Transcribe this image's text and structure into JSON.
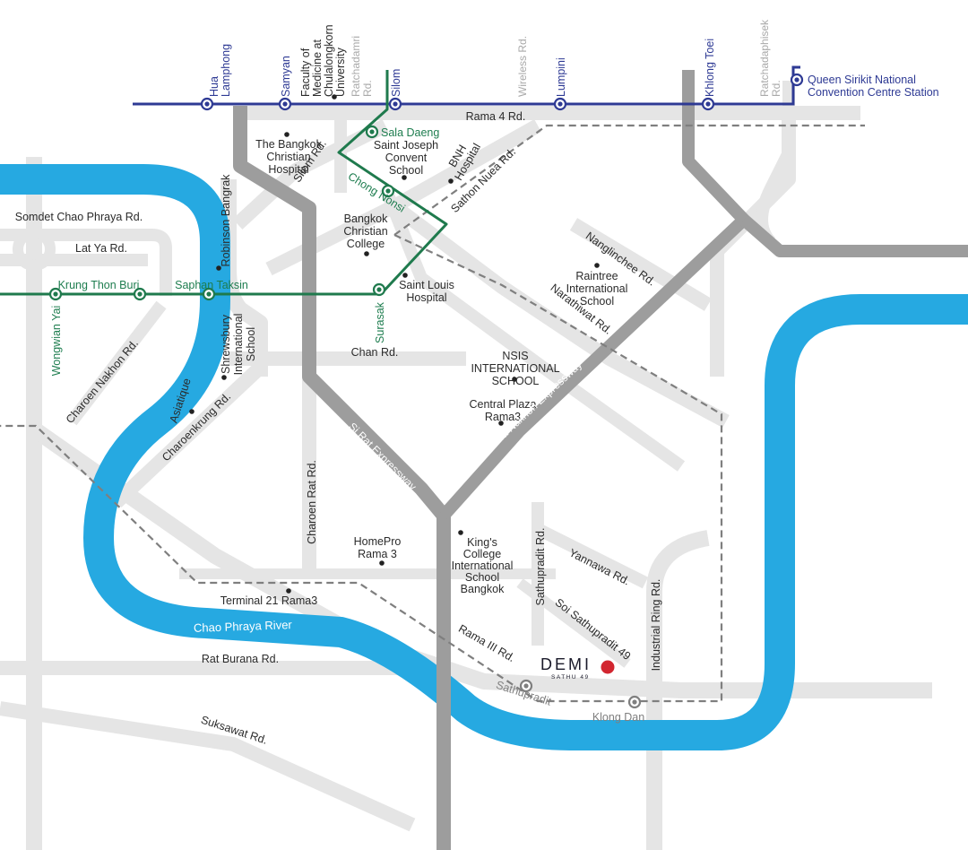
{
  "colors": {
    "river": "#26a9e1",
    "road": "#e5e5e5",
    "expressway": "#9d9d9d",
    "bts": "#1f7a4d",
    "mrt": "#2e3a94",
    "srt": "#7f7f7f",
    "poi": "#222222",
    "project": "#d22630"
  },
  "stations": {
    "mrt": {
      "hua_lamphong": "Hua\nLamphong",
      "samyan": "Samyan",
      "silom": "Silom",
      "lumpini": "Lumpini",
      "khlong_toei": "Khlong Toei",
      "queen_sirikit": "Queen Sirikit National\nConvention Centre Station"
    },
    "bts": {
      "sala_daeng": "Sala Daeng",
      "chong_nonsi": "Chong Nonsi",
      "surasak": "Surasak",
      "saphan_taksin": "Saphan Taksin",
      "krung_thon_buri": "Krung Thon Buri",
      "wongwian_yai": "Wongwian Yai"
    },
    "srt": {
      "sathupradit": "Sathupradit",
      "klong_dan": "Klong Dan"
    }
  },
  "roads": {
    "ratchadamri": "Ratchadamri\nRd.",
    "wireless": "Wireless Rd.",
    "ratchadaphisek": "Ratchadaphisek\nRd.",
    "rama4": "Rama 4 Rd.",
    "silom": "Silom Rd.",
    "sathon_nuea": "Sathon Nuea Rd.",
    "somdet": "Somdet Chao Phraya Rd.",
    "lat_ya": "Lat Ya Rd.",
    "nanglinchee": "Nanglinchee Rd.",
    "narathiwat": "Narathiwat Rd.",
    "charoen_nakhon": "Charoen Nakhon Rd.",
    "chan": "Chan Rd.",
    "charoenkrung": "Charoenkrung Rd.",
    "charoen_rat": "Charoen Rat Rd.",
    "sathupradit": "Sathupradit Rd.",
    "yannawa": "Yannawa Rd.",
    "industrial_ring": "Industrial Ring Rd.",
    "soi_sathupradit_49": "Soi Sathupradit 49",
    "rama3": "Rama III Rd.",
    "rat_burana": "Rat Burana Rd.",
    "suksawat": "Suksawat Rd."
  },
  "expressways": {
    "si_rat": "Si Rat Expressway",
    "chalerm": "Chalerm Maha Nakhon Expressway"
  },
  "river": "Chao Phraya River",
  "poi": {
    "faculty_medicine": "Faculty of\nMedicine at\nChulalongkorn\nUniversity",
    "bangkok_christian_hospital": "The Bangkok\nChristian\nHospital",
    "saint_joseph": "Saint Joseph\nConvent\nSchool",
    "bnh": "BNH\nHospital",
    "robinson": "Robinson Bangrak",
    "bangkok_christian_college": "Bangkok\nChristian\nCollege",
    "saint_louis": "Saint Louis\nHospital",
    "raintree": "Raintree\nInternational\nSchool",
    "shrewsbury": "Shrewsbury\nInternational\nSchool",
    "asiatique": "Asiatique",
    "nsis": "NSIS\nINTERNATIONAL\nSCHOOL",
    "central_plaza": "Central Plaza\nRama3",
    "homepro": "HomePro\nRama 3",
    "kings_college": "King's\nCollege\nInternational\nSchool\nBangkok",
    "terminal21": "Terminal 21 Rama3"
  },
  "project": {
    "name": "DEMI",
    "sub": "SATHU 49"
  }
}
